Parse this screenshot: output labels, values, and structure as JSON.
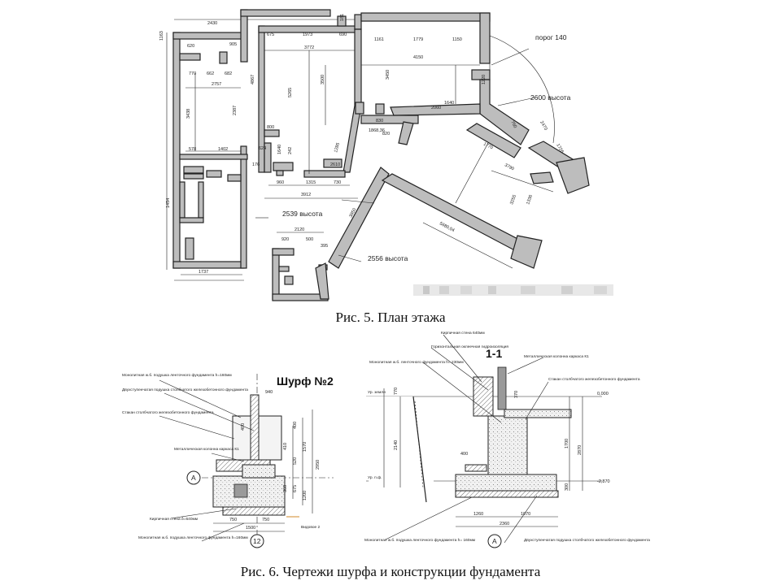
{
  "figure5": {
    "caption": "Рис. 5.  План этажа",
    "labels": {
      "threshold": "порог 140",
      "height_2600": "2600 высота",
      "height_2539": "2539 высота",
      "height_2556": "2556 высота"
    },
    "dims": [
      "2430",
      "1163",
      "620",
      "905",
      "675",
      "1973",
      "690",
      "181",
      "1161",
      "1779",
      "1150",
      "3772",
      "4150",
      "770",
      "662",
      "682",
      "2757",
      "4867",
      "5265",
      "3500",
      "3450",
      "3438",
      "2387",
      "2060",
      "830",
      "820",
      "800",
      "1868,36",
      "1640",
      "624",
      "1402",
      "578",
      "176",
      "242",
      "1285",
      "2610",
      "960",
      "1315",
      "730",
      "3912",
      "1454",
      "1737",
      "2120",
      "920",
      "500",
      "395",
      "2470",
      "1770",
      "3790",
      "1726",
      "3255",
      "1336",
      "5680,04",
      "3850",
      "1220",
      "760",
      "1640"
    ]
  },
  "figure6": {
    "caption": "Рис. 6.  Чертежи шурфа и конструкции фундамента",
    "left": {
      "title": "Шурф №2",
      "axis_a": "A",
      "axis_12": "12",
      "dims": [
        "940",
        "400",
        "410",
        "520",
        "1570",
        "2950",
        "675",
        "1200",
        "360",
        "400",
        "750",
        "750",
        "1500"
      ],
      "notes": [
        "Монолитная ж.б. подушка ленточного фундамента h=160мм",
        "Двухступенчатая подушка столбчатого железобетонного фундамента",
        "Стакан столбчатого железобетонного фундамента",
        "Металлическая колонна каркаса К1",
        "Кирпичная стена δ=640мм",
        "Монолитная ж.б. подушка ленточного фундамента h=160мм",
        "Видовое 2"
      ]
    },
    "right": {
      "title": "1-1",
      "axis_a": "A",
      "level_ground": "Ур. земли",
      "level_floor": "Ур. п.ф.",
      "marks": [
        "0,000",
        "-2,870"
      ],
      "dims": [
        "770",
        "2140",
        "2870",
        "1700",
        "300",
        "370",
        "400",
        "1260",
        "1070",
        "2360"
      ],
      "notes": [
        "Кирпичная стена 640мм",
        "Горизонтальная оклеечная гидроизоляция",
        "Монолитная ж.б. ленточного фундамента h= 230мм",
        "Металлическая колонна каркаса К1",
        "Стакан столбчатого железобетонного фундамента",
        "Монолитная ж.б. подушка ленточного фундамента h= 160мм",
        "Двухступенчатая подушка столбчатого железобетонного фундамента"
      ]
    }
  }
}
